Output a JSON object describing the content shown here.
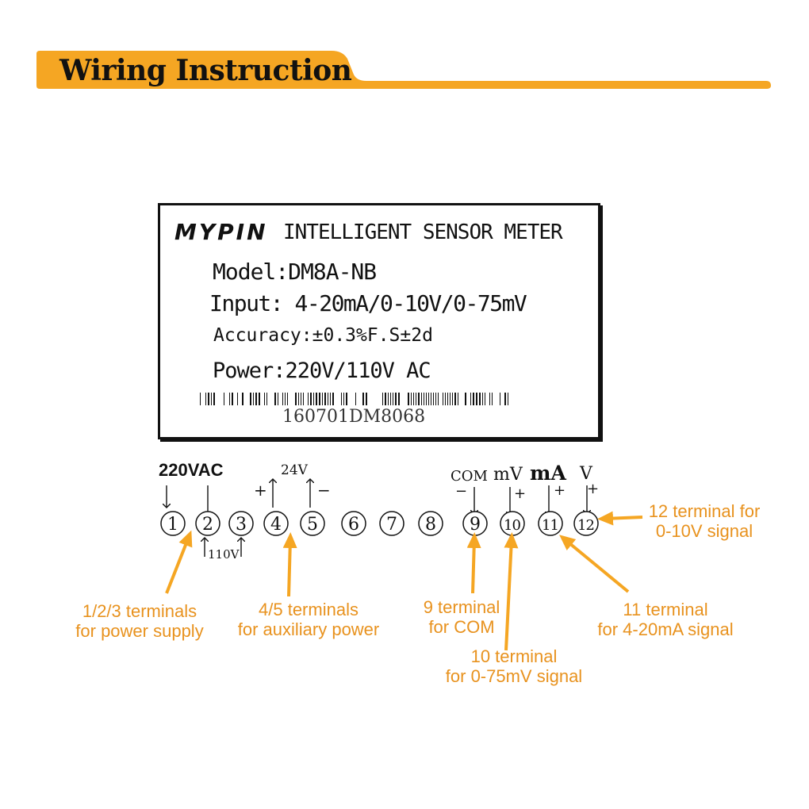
{
  "header": {
    "title": "Wiring Instruction"
  },
  "nameplate": {
    "brand": "MYPIN",
    "product": "INTELLIGENT SENSOR METER",
    "model": "Model:DM8A-NB",
    "input": "Input: 4-20mA/0-10V/0-75mV",
    "accuracy": "Accuracy:±0.3%F.S±2d",
    "power": "Power:220V/110V AC",
    "serial": "160701DM8068"
  },
  "terminals": [
    "1",
    "2",
    "3",
    "4",
    "5",
    "6",
    "7",
    "8",
    "9",
    "10",
    "11",
    "12"
  ],
  "terminal_labels": {
    "vac220": "220VAC",
    "v110": "110V",
    "v24": "24V",
    "plus": "+",
    "minus": "−",
    "com": "COM",
    "mv": "mV",
    "ma": "mA",
    "v": "V"
  },
  "callouts": {
    "power": {
      "line1": "1/2/3 terminals",
      "line2": "for power supply"
    },
    "aux": {
      "line1": "4/5 terminals",
      "line2": "for auxiliary power"
    },
    "com": {
      "line1": "9 terminal",
      "line2": "for COM"
    },
    "mv": {
      "line1": "10 terminal",
      "line2": "for 0-75mV signal"
    },
    "ma": {
      "line1": "11 terminal",
      "line2": "for 4-20mA signal"
    },
    "v": {
      "line1": "12 terminal for",
      "line2": "0-10V signal"
    }
  },
  "colors": {
    "accent": "#f5a623",
    "callout_text": "#e8921e",
    "ink": "#111111"
  }
}
